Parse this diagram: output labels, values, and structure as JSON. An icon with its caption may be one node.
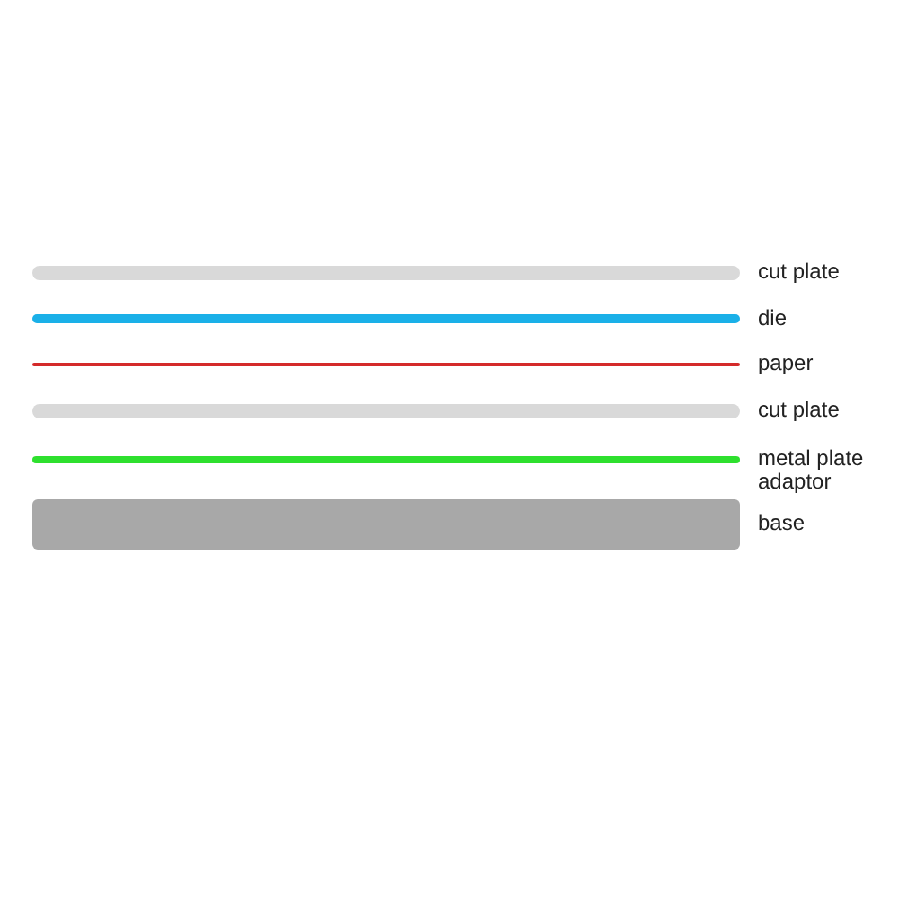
{
  "diagram": {
    "nodes": [
      {
        "text": [],
        "shape": "bar",
        "beside": [
          "cut plate"
        ]
      },
      {
        "text": [],
        "shape": "bar",
        "beside": [
          "die"
        ]
      },
      {
        "text": [],
        "shape": "bar",
        "beside": [
          "paper"
        ]
      },
      {
        "text": [],
        "shape": "bar",
        "beside": [
          "cut plate"
        ]
      },
      {
        "text": [],
        "shape": "bar",
        "beside": [
          "metal plate adaptor"
        ]
      },
      {
        "text": [],
        "shape": "bar",
        "beside": [
          "base"
        ]
      }
    ]
  }
}
